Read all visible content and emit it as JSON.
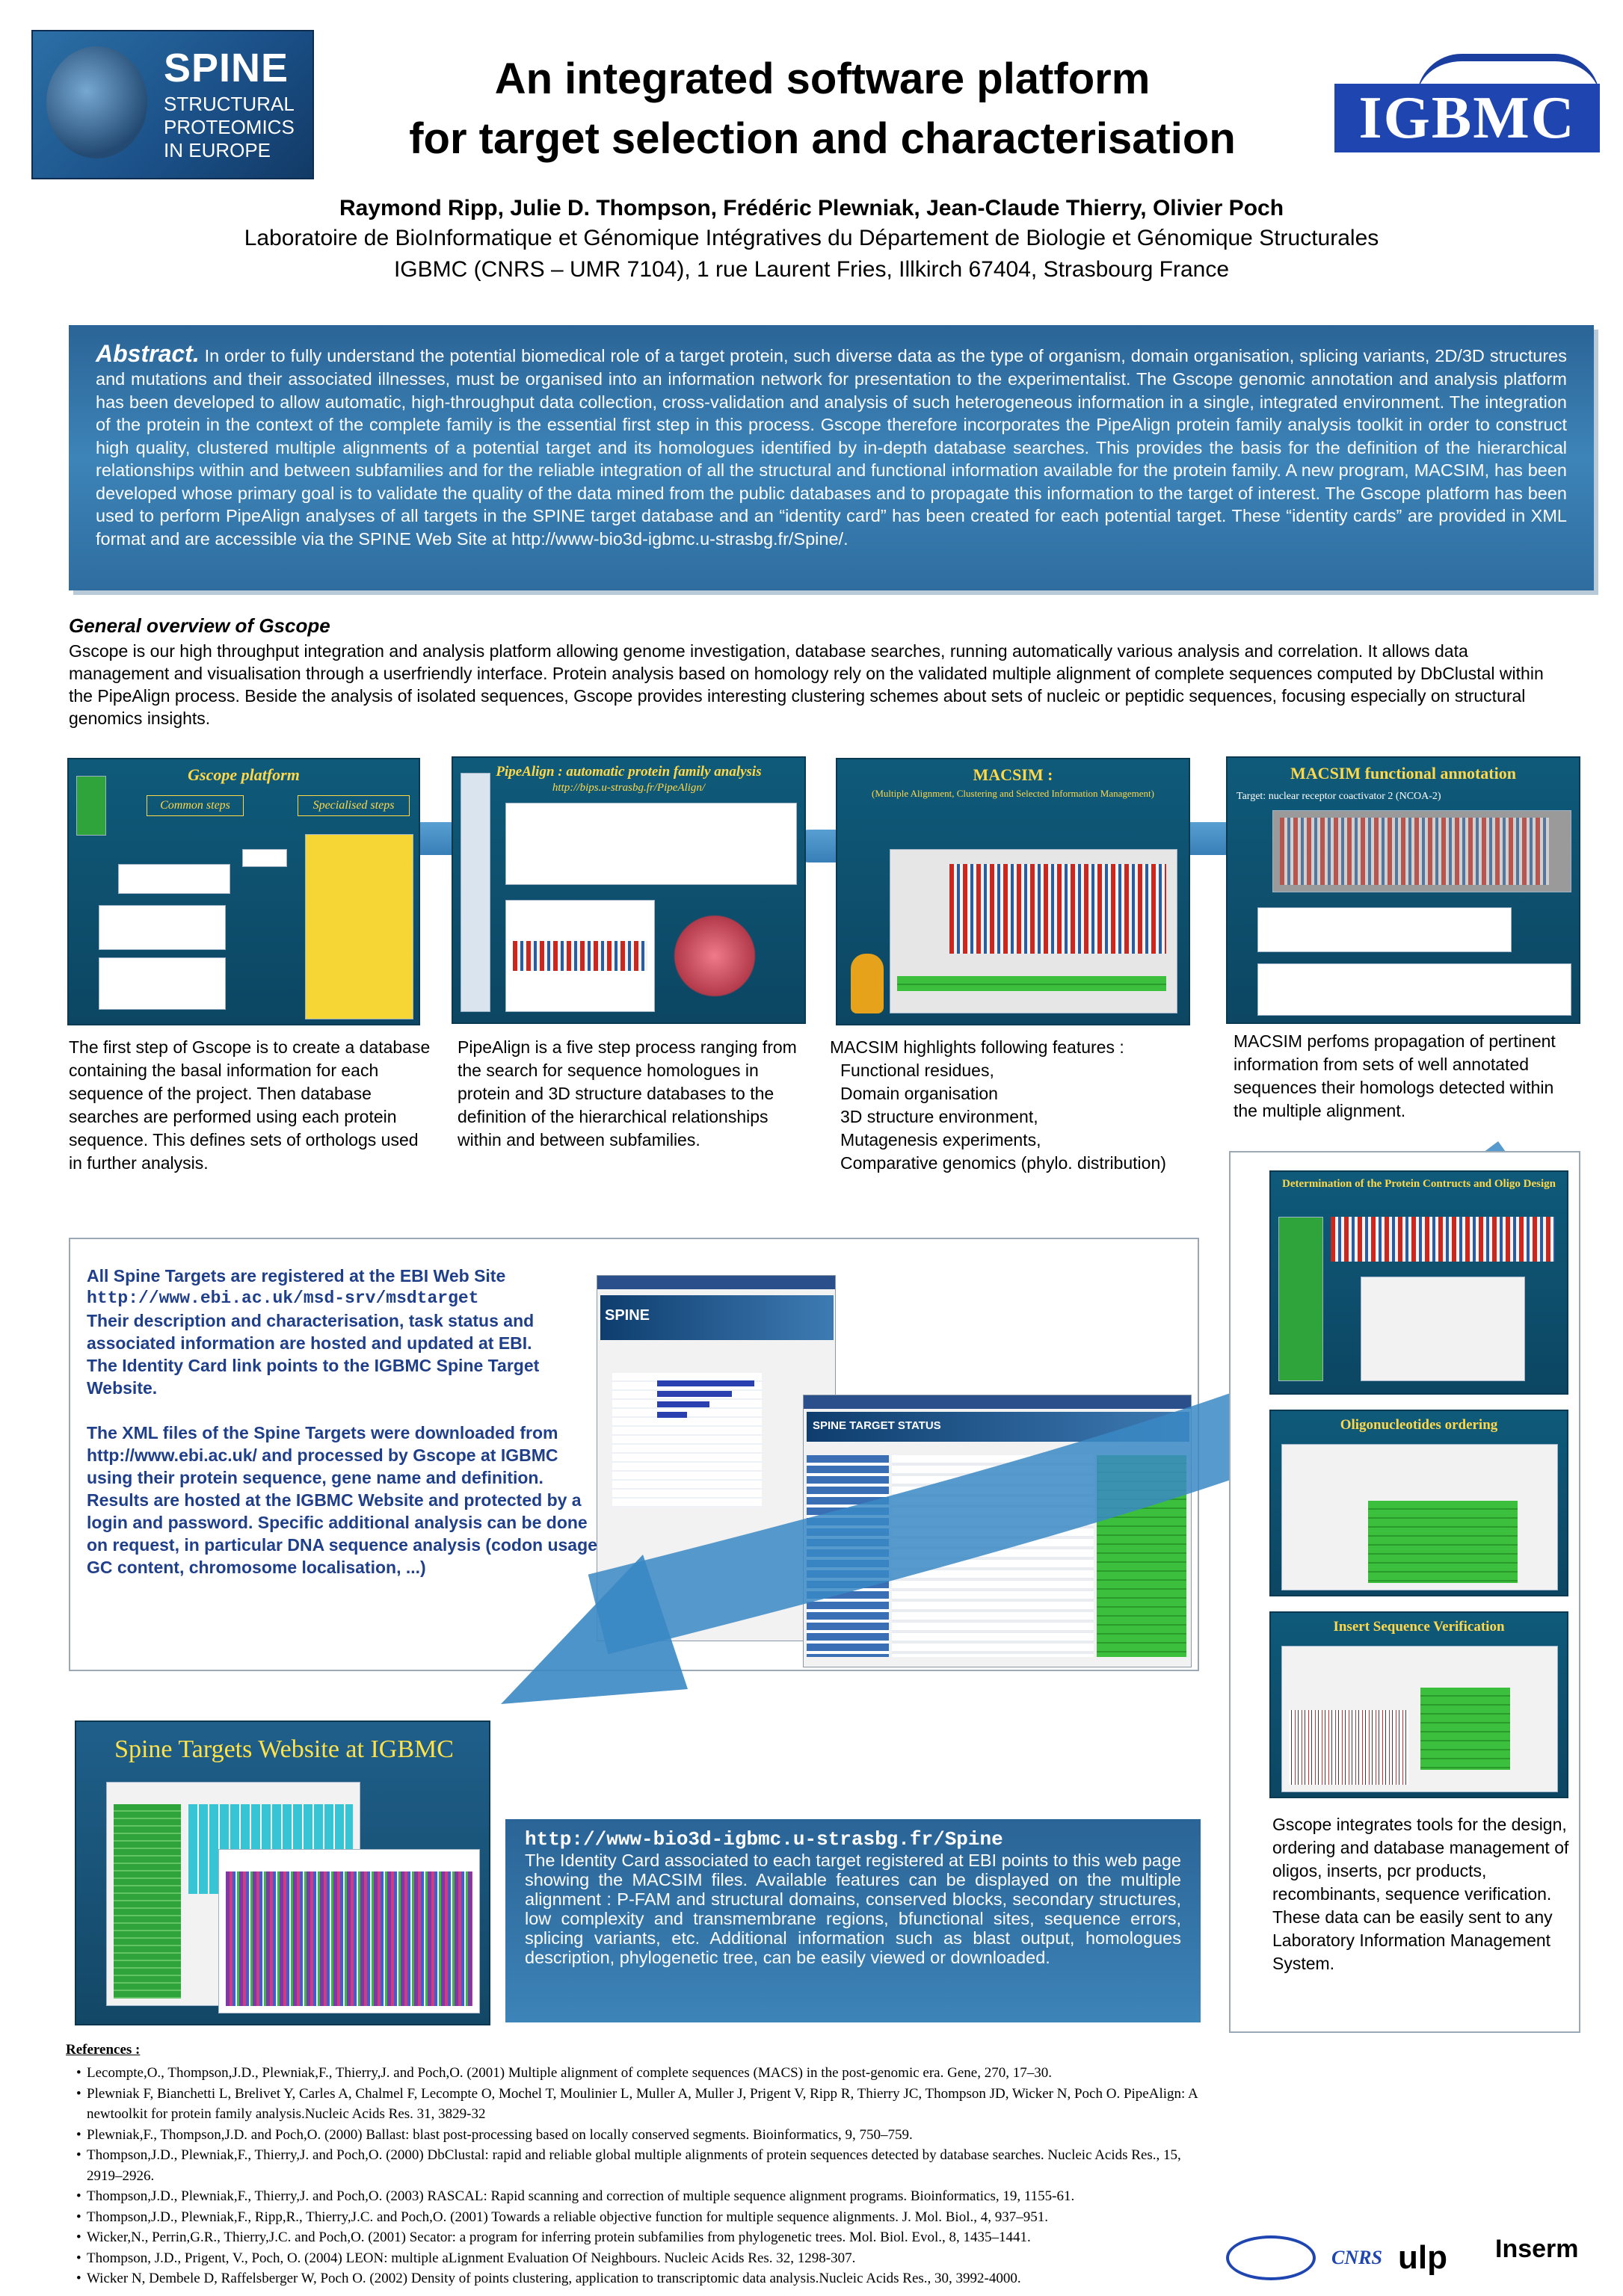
{
  "header": {
    "spine_logo_line1": "SPINE",
    "spine_logo_line2": "STRUCTURAL PROTEOMICS IN EUROPE",
    "title_line1": "An integrated software platform",
    "title_line2": "for target selection and characterisation",
    "igbmc_logo": "IGBMC",
    "authors": "Raymond Ripp, Julie D. Thompson, Frédéric Plewniak, Jean-Claude Thierry, Olivier Poch",
    "affiliation1": "Laboratoire de BioInformatique et Génomique Intégratives du Département de Biologie et Génomique Structurales",
    "affiliation2": "IGBMC (CNRS – UMR 7104), 1 rue Laurent Fries, Illkirch 67404, Strasbourg France"
  },
  "abstract": {
    "lead": "Abstract.",
    "text": "In order to fully understand the potential biomedical role of a target protein, such diverse data as the type of organism, domain organisation, splicing variants, 2D/3D structures and mutations and their associated illnesses, must be organised into an information network for presentation to the experimentalist. The Gscope genomic annotation and analysis platform has been developed to allow automatic, high-throughput data collection, cross-validation and analysis of such heterogeneous information in a single, integrated environment. The integration of the protein in the context of the complete family is the essential first step in this process. Gscope therefore incorporates the PipeAlign protein family analysis toolkit in order to construct high quality, clustered multiple alignments of a potential target and its homologues identified by in-depth database searches. This provides the basis for the definition of the hierarchical relationships within and between subfamilies and for the reliable integration of all the structural and functional information available for the protein family. A new program, MACSIM, has been developed whose primary goal is to validate the quality of the data mined from the public databases and to propagate this information to the target of interest. The Gscope platform has been used to perform PipeAlign analyses of all targets in the SPINE target database and an “identity card” has been created for each potential target. These “identity cards” are provided in XML format and are accessible via the SPINE Web Site at http://www-bio3d-igbmc.u-strasbg.fr/Spine/."
  },
  "overview": {
    "title": "General overview of Gscope",
    "text": "Gscope is our high throughput integration and analysis platform allowing genome investigation, database searches, running automatically various analysis and correlation. It allows data management and visualisation through a userfriendly interface. Protein analysis based on homology rely on the validated multiple alignment of complete sequences computed by DbClustal within the PipeAlign process. Beside the analysis of isolated sequences, Gscope provides interesting clustering schemes about sets of nucleic or peptidic sequences, focusing especially on structural genomics insights."
  },
  "panels": {
    "gscope": {
      "title": "Gscope platform",
      "common": "Common steps",
      "specialised": "Specialised steps"
    },
    "pipealign": {
      "title": "PipeAlign : automatic protein family analysis",
      "url": "http://bips.u-strasbg.fr/PipeAlign/"
    },
    "macsim": {
      "title": "MACSIM :",
      "subtitle": "(Multiple Alignment, Clustering and Selected Information Management)"
    },
    "macsim_func": {
      "title": "MACSIM functional annotation",
      "subtitle": "Target: nuclear receptor coactivator 2 (NCOA-2)"
    }
  },
  "captions": {
    "gscope": "The first step of Gscope is to create a database containing the basal information for each sequence of the project. Then database searches are performed using each protein sequence. This defines sets of orthologs used in further analysis.",
    "pipealign": "PipeAlign is a five step process ranging from the search for sequence homologues in protein and 3D structure databases to the definition of the hierarchical relationships within and between subfamilies.",
    "macsim_intro": "MACSIM highlights following features :",
    "macsim_items": [
      "Functional residues,",
      "Domain organisation",
      "3D structure environment,",
      "Mutagenesis experiments,",
      "Comparative genomics (phylo. distribution)"
    ],
    "macsim_func": "MACSIM perfoms propagation of pertinent information from sets of well annotated sequences their homologs detected within the multiple alignment."
  },
  "ebi": {
    "line1": "All Spine Targets are registered at the EBI Web Site",
    "url": "http://www.ebi.ac.uk/msd-srv/msdtarget",
    "para1": "Their description and characterisation, task status and associated information are hosted and updated at EBI.",
    "para2": "The Identity Card link points to the IGBMC Spine Target Website.",
    "para3": "The XML files of the Spine Targets were downloaded from http://www.ebi.ac.uk/ and processed by Gscope at IGBMC using their protein sequence, gene name and definition. Results are hosted at the IGBMC Website and protected by a login and password. Specific additional analysis can be done on request, in particular DNA sequence analysis (codon usage, GC content, chromosome localisation, ...)",
    "shot1_title": "SPINE",
    "shot2_title": "SPINE TARGET STATUS"
  },
  "tools": {
    "panel1_title": "Determination of the Protein Contructs and Oligo Design",
    "panel2_title": "Oligonucleotides ordering",
    "panel3_title": "Insert Sequence Verification",
    "caption": "Gscope integrates tools for the design, ordering and database management of oligos, inserts, pcr products, recombinants, sequence verification. These data can be easily sent to any Laboratory Information Management System."
  },
  "site": {
    "title": "Spine Targets Website at IGBMC",
    "url": "http://www-bio3d-igbmc.u-strasbg.fr/Spine",
    "text": "The Identity Card associated to each target registered at EBI points to this web page showing the MACSIM files. Available features can be displayed on the multiple alignment : P-FAM and structural domains, conserved blocks, secondary structures, low complexity and transmembrane regions, bfunctional sites, sequence errors, splicing variants, etc. Additional information such as blast output, homologues description, phylogenetic tree, can be easily viewed or downloaded."
  },
  "references": {
    "title": "References :",
    "items": [
      "Lecompte,O., Thompson,J.D., Plewniak,F., Thierry,J. and Poch,O. (2001) Multiple alignment of complete sequences (MACS) in the post-genomic era. Gene, 270, 17–30.",
      "Plewniak F, Bianchetti L, Brelivet Y, Carles A, Chalmel F, Lecompte O, Mochel T, Moulinier L, Muller A, Muller J, Prigent V, Ripp R, Thierry JC, Thompson JD, Wicker N, Poch O. PipeAlign: A newtoolkit for protein family analysis.Nucleic Acids Res. 31, 3829-32",
      "Plewniak,F., Thompson,J.D. and Poch,O. (2000) Ballast: blast post-processing based on locally conserved segments. Bioinformatics, 9, 750–759.",
      "Thompson,J.D., Plewniak,F., Thierry,J. and Poch,O. (2000) DbClustal: rapid and reliable global multiple alignments of protein sequences detected by database searches. Nucleic Acids Res., 15, 2919–2926.",
      "Thompson,J.D., Plewniak,F., Thierry,J. and Poch,O. (2003) RASCAL: Rapid scanning and correction of multiple sequence alignment programs. Bioinformatics, 19, 1155-61.",
      "Thompson,J.D., Plewniak,F., Ripp,R., Thierry,J.C. and Poch,O. (2001) Towards a reliable objective function for multiple sequence alignments. J. Mol. Biol., 4, 937–951.",
      "Wicker,N., Perrin,G.R., Thierry,J.C. and Poch,O. (2001) Secator: a program for inferring protein subfamilies from phylogenetic trees. Mol. Biol. Evol., 8, 1435–1441.",
      "Thompson, J.D., Prigent, V., Poch, O. (2004) LEON: multiple aLignment Evaluation Of Neighbours. Nucleic Acids Res. 32, 1298-307.",
      "Wicker N, Dembele D, Raffelsberger W, Poch O. (2002) Density of points clustering, application to transcriptomic data analysis.Nucleic Acids Res., 30, 3992-4000."
    ]
  },
  "footer_logos": {
    "cnrs": "CNRS",
    "ulp": "ulp",
    "inserm": "Inserm"
  }
}
